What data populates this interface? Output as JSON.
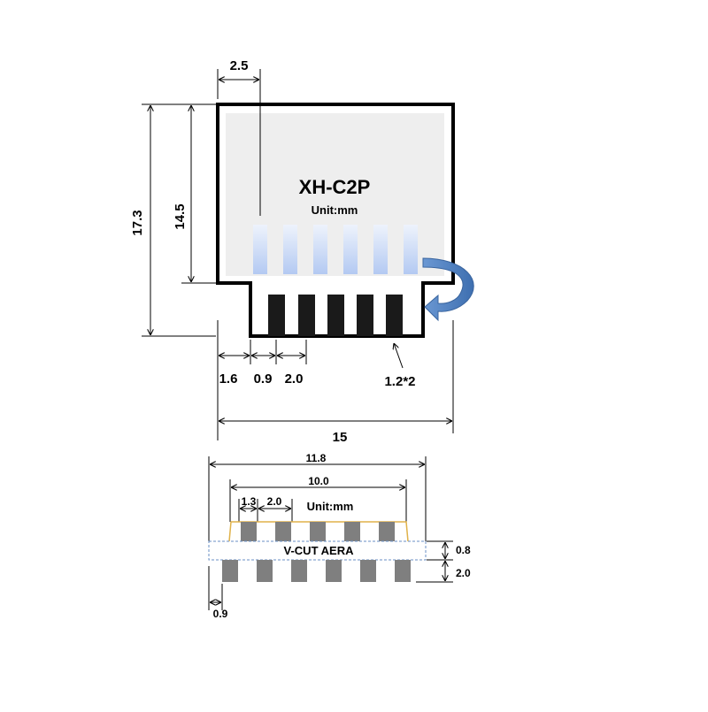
{
  "top": {
    "title": "XH-C2P",
    "unit": "Unit:mm",
    "dims": {
      "d_2_5": "2.5",
      "d_17_3": "17.3",
      "d_14_5": "14.5",
      "d_1_6": "1.6",
      "d_0_9": "0.9",
      "d_2_0": "2.0",
      "d_1_2x2": "1.2*2",
      "d_15": "15"
    }
  },
  "bottom": {
    "unit": "Unit:mm",
    "vcut": "V-CUT AERA",
    "dims": {
      "d_11_8": "11.8",
      "d_10_0": "10.0",
      "d_1_3": "1.3",
      "d_2_0": "2.0",
      "d_0_8": "0.8",
      "d_2_0_right": "2.0",
      "d_0_9": "0.9"
    }
  },
  "colors": {
    "outline": "#000000",
    "panel": "#eeeeee",
    "pad_fill": "#e6eefc",
    "pad_blue": "#b7cdf5",
    "contact": "#1a1a1a",
    "arrow": "#4a7bbd",
    "gray_pad": "#7f7f7f",
    "gold": "#e0b24a"
  }
}
